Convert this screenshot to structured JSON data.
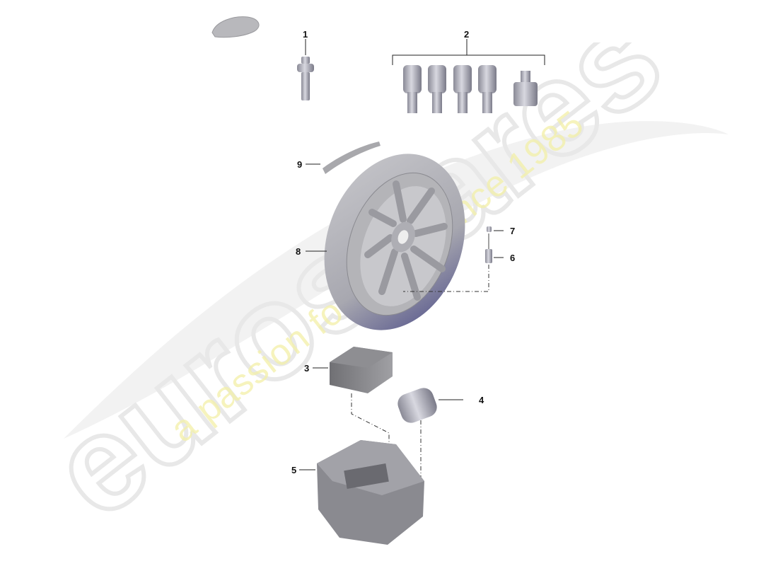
{
  "diagram": {
    "type": "exploded-parts-diagram",
    "subject": "spare wheel assembly"
  },
  "callouts": [
    {
      "id": "1",
      "label": "1",
      "part": "wheel bolt"
    },
    {
      "id": "2",
      "label": "2",
      "part": "locking wheel bolt set (4 bolts + adapter)"
    },
    {
      "id": "3",
      "label": "3",
      "part": "compressor / box"
    },
    {
      "id": "4",
      "label": "4",
      "part": "cylinder canister"
    },
    {
      "id": "5",
      "label": "5",
      "part": "storage tray"
    },
    {
      "id": "6",
      "label": "6",
      "part": "valve"
    },
    {
      "id": "7",
      "label": "7",
      "part": "valve cap"
    },
    {
      "id": "8",
      "label": "8",
      "part": "spare wheel"
    },
    {
      "id": "9",
      "label": "9",
      "part": "label strip"
    }
  ],
  "watermark": {
    "brand": "eurospares",
    "tagline": "a passion for parts since 1985",
    "brand_color": "#e6e6e6",
    "tagline_color": "#f3f0a8"
  },
  "colors": {
    "background": "#ffffff",
    "part_gray": "#9a9aa2",
    "tire_blue": "#50508a",
    "leader_line": "#222222"
  }
}
